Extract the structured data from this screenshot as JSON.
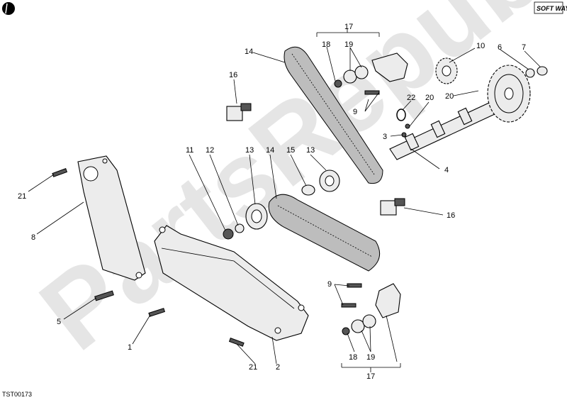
{
  "diagram": {
    "code": "TST00173",
    "logo": "SOFT WAY",
    "watermark": "PartsRepublik",
    "labels": {
      "l1": "1",
      "l2": "2",
      "l3": "3",
      "l4": "4",
      "l5": "5",
      "l6": "6",
      "l7": "7",
      "l8": "8",
      "l9a": "9",
      "l9b": "9",
      "l10": "10",
      "l11": "11",
      "l12": "12",
      "l13a": "13",
      "l13b": "13",
      "l14a": "14",
      "l14b": "14",
      "l15": "15",
      "l16a": "16",
      "l16b": "16",
      "l17a": "17",
      "l17b": "17",
      "l18a": "18",
      "l18b": "18",
      "l19a": "19",
      "l19b": "19",
      "l20a": "20",
      "l20b": "20",
      "l21a": "21",
      "l21b": "21",
      "l22": "22"
    }
  }
}
